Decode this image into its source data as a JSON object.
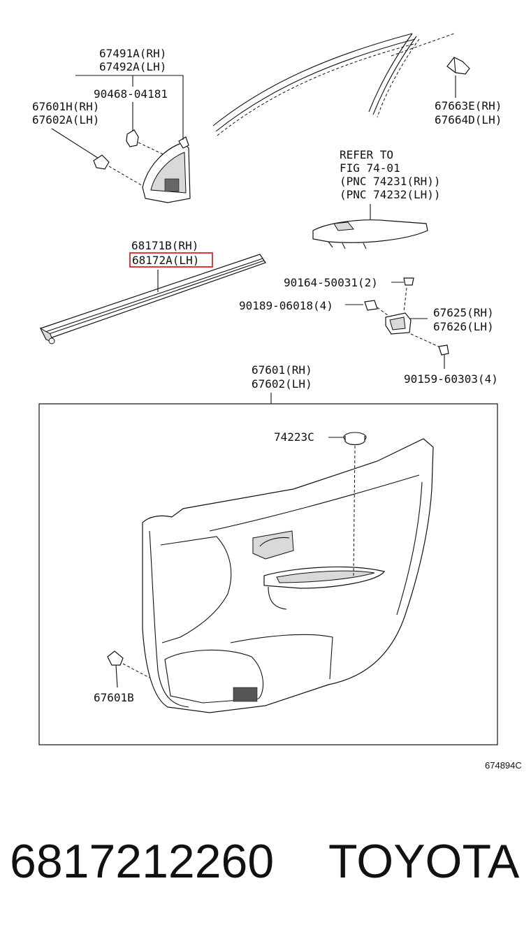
{
  "labels": {
    "p67491a": "67491A(RH)",
    "p67492a": "67492A(LH)",
    "p90468": "90468-04181",
    "p67601h": "67601H(RH)",
    "p67602a": "67602A(LH)",
    "p67663e": "67663E(RH)",
    "p67664d": "67664D(LH)",
    "refer1": "REFER TO",
    "refer2": "FIG 74-01",
    "refer3": "(PNC 74231(RH))",
    "refer4": "(PNC 74232(LH))",
    "p68171b": "68171B(RH)",
    "p68172a": "68172A(LH)",
    "p90164": "90164-50031(2)",
    "p90189": "90189-06018(4)",
    "p67625": "67625(RH)",
    "p67626": "67626(LH)",
    "p90159": "90159-60303(4)",
    "p67601": "67601(RH)",
    "p67602": "67602(LH)",
    "p74223c": "74223C",
    "p67601b": "67601B",
    "figure_code": "674894C"
  },
  "footer": {
    "part_number": "6817212260",
    "brand": "TOYOTA"
  },
  "highlight_color": "#e23a3a"
}
